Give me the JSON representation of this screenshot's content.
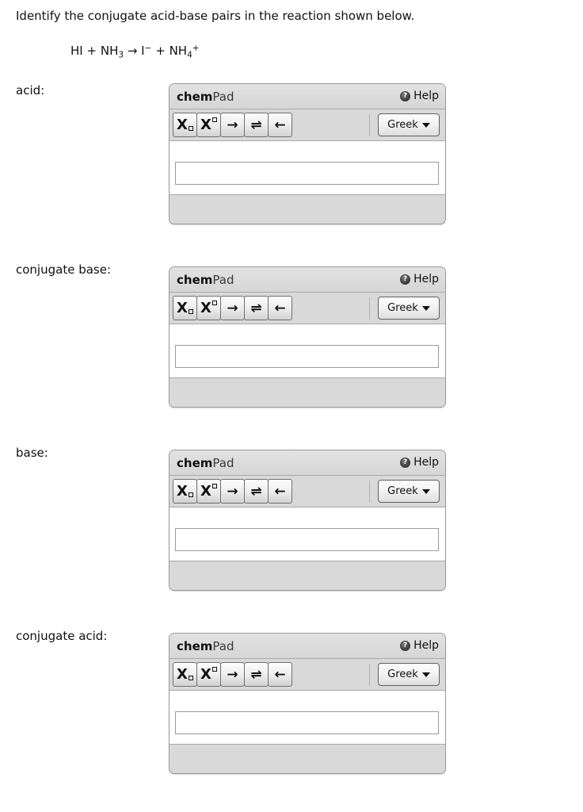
{
  "question": {
    "text": "Identify the conjugate acid-base pairs in the reaction shown below."
  },
  "equation": {
    "full_text": "HI + NH3 -> I- + NH4+",
    "reactant1": "HI",
    "plus1": "+",
    "reactant2_base": "NH",
    "reactant2_sub": "3",
    "arrow": "→",
    "product1_base": "I",
    "product1_sup": "−",
    "plus2": "+",
    "product2_base": "NH",
    "product2_sub": "4",
    "product2_sup": "+"
  },
  "rows": [
    {
      "label": "acid:",
      "widget": {
        "brand_bold": "chem",
        "brand_light": "Pad",
        "help_label": "Help",
        "help_icon": "question-circle-icon",
        "buttons": [
          {
            "name": "subscript-button",
            "glyph": "X",
            "mark": "box-subscript"
          },
          {
            "name": "superscript-button",
            "glyph": "X",
            "mark": "box-superscript"
          },
          {
            "name": "right-arrow-button",
            "glyph": "→"
          },
          {
            "name": "equilibrium-arrow-button",
            "glyph": "⇌"
          },
          {
            "name": "left-arrow-button",
            "glyph": "←"
          }
        ],
        "greek_label": "Greek",
        "greek_caret": "chevron-down-icon",
        "input_value": "",
        "input_placeholder": ""
      }
    },
    {
      "label": "conjugate base:",
      "widget": {
        "brand_bold": "chem",
        "brand_light": "Pad",
        "help_label": "Help",
        "help_icon": "question-circle-icon",
        "buttons": [
          {
            "name": "subscript-button",
            "glyph": "X",
            "mark": "box-subscript"
          },
          {
            "name": "superscript-button",
            "glyph": "X",
            "mark": "box-superscript"
          },
          {
            "name": "right-arrow-button",
            "glyph": "→"
          },
          {
            "name": "equilibrium-arrow-button",
            "glyph": "⇌"
          },
          {
            "name": "left-arrow-button",
            "glyph": "←"
          }
        ],
        "greek_label": "Greek",
        "greek_caret": "chevron-down-icon",
        "input_value": "",
        "input_placeholder": ""
      }
    },
    {
      "label": "base:",
      "widget": {
        "brand_bold": "chem",
        "brand_light": "Pad",
        "help_label": "Help",
        "help_icon": "question-circle-icon",
        "buttons": [
          {
            "name": "subscript-button",
            "glyph": "X",
            "mark": "box-subscript"
          },
          {
            "name": "superscript-button",
            "glyph": "X",
            "mark": "box-superscript"
          },
          {
            "name": "right-arrow-button",
            "glyph": "→"
          },
          {
            "name": "equilibrium-arrow-button",
            "glyph": "⇌"
          },
          {
            "name": "left-arrow-button",
            "glyph": "←"
          }
        ],
        "greek_label": "Greek",
        "greek_caret": "chevron-down-icon",
        "input_value": "",
        "input_placeholder": ""
      }
    },
    {
      "label": "conjugate acid:",
      "widget": {
        "brand_bold": "chem",
        "brand_light": "Pad",
        "help_label": "Help",
        "help_icon": "question-circle-icon",
        "buttons": [
          {
            "name": "subscript-button",
            "glyph": "X",
            "mark": "box-subscript"
          },
          {
            "name": "superscript-button",
            "glyph": "X",
            "mark": "box-superscript"
          },
          {
            "name": "right-arrow-button",
            "glyph": "→"
          },
          {
            "name": "equilibrium-arrow-button",
            "glyph": "⇌"
          },
          {
            "name": "left-arrow-button",
            "glyph": "←"
          }
        ],
        "greek_label": "Greek",
        "greek_caret": "chevron-down-icon",
        "input_value": "",
        "input_placeholder": ""
      }
    }
  ],
  "layout": {
    "row_tops": [
      105,
      336,
      567,
      798
    ],
    "label_tops": [
      104,
      330,
      561,
      792
    ]
  },
  "colors": {
    "page_bg": "#ffffff",
    "widget_bg": "#d9d9d9",
    "widget_border": "#9a9a9a",
    "titlebar_bg": "#dcdcdc",
    "input_bg": "#ffffff",
    "text": "#111111"
  }
}
